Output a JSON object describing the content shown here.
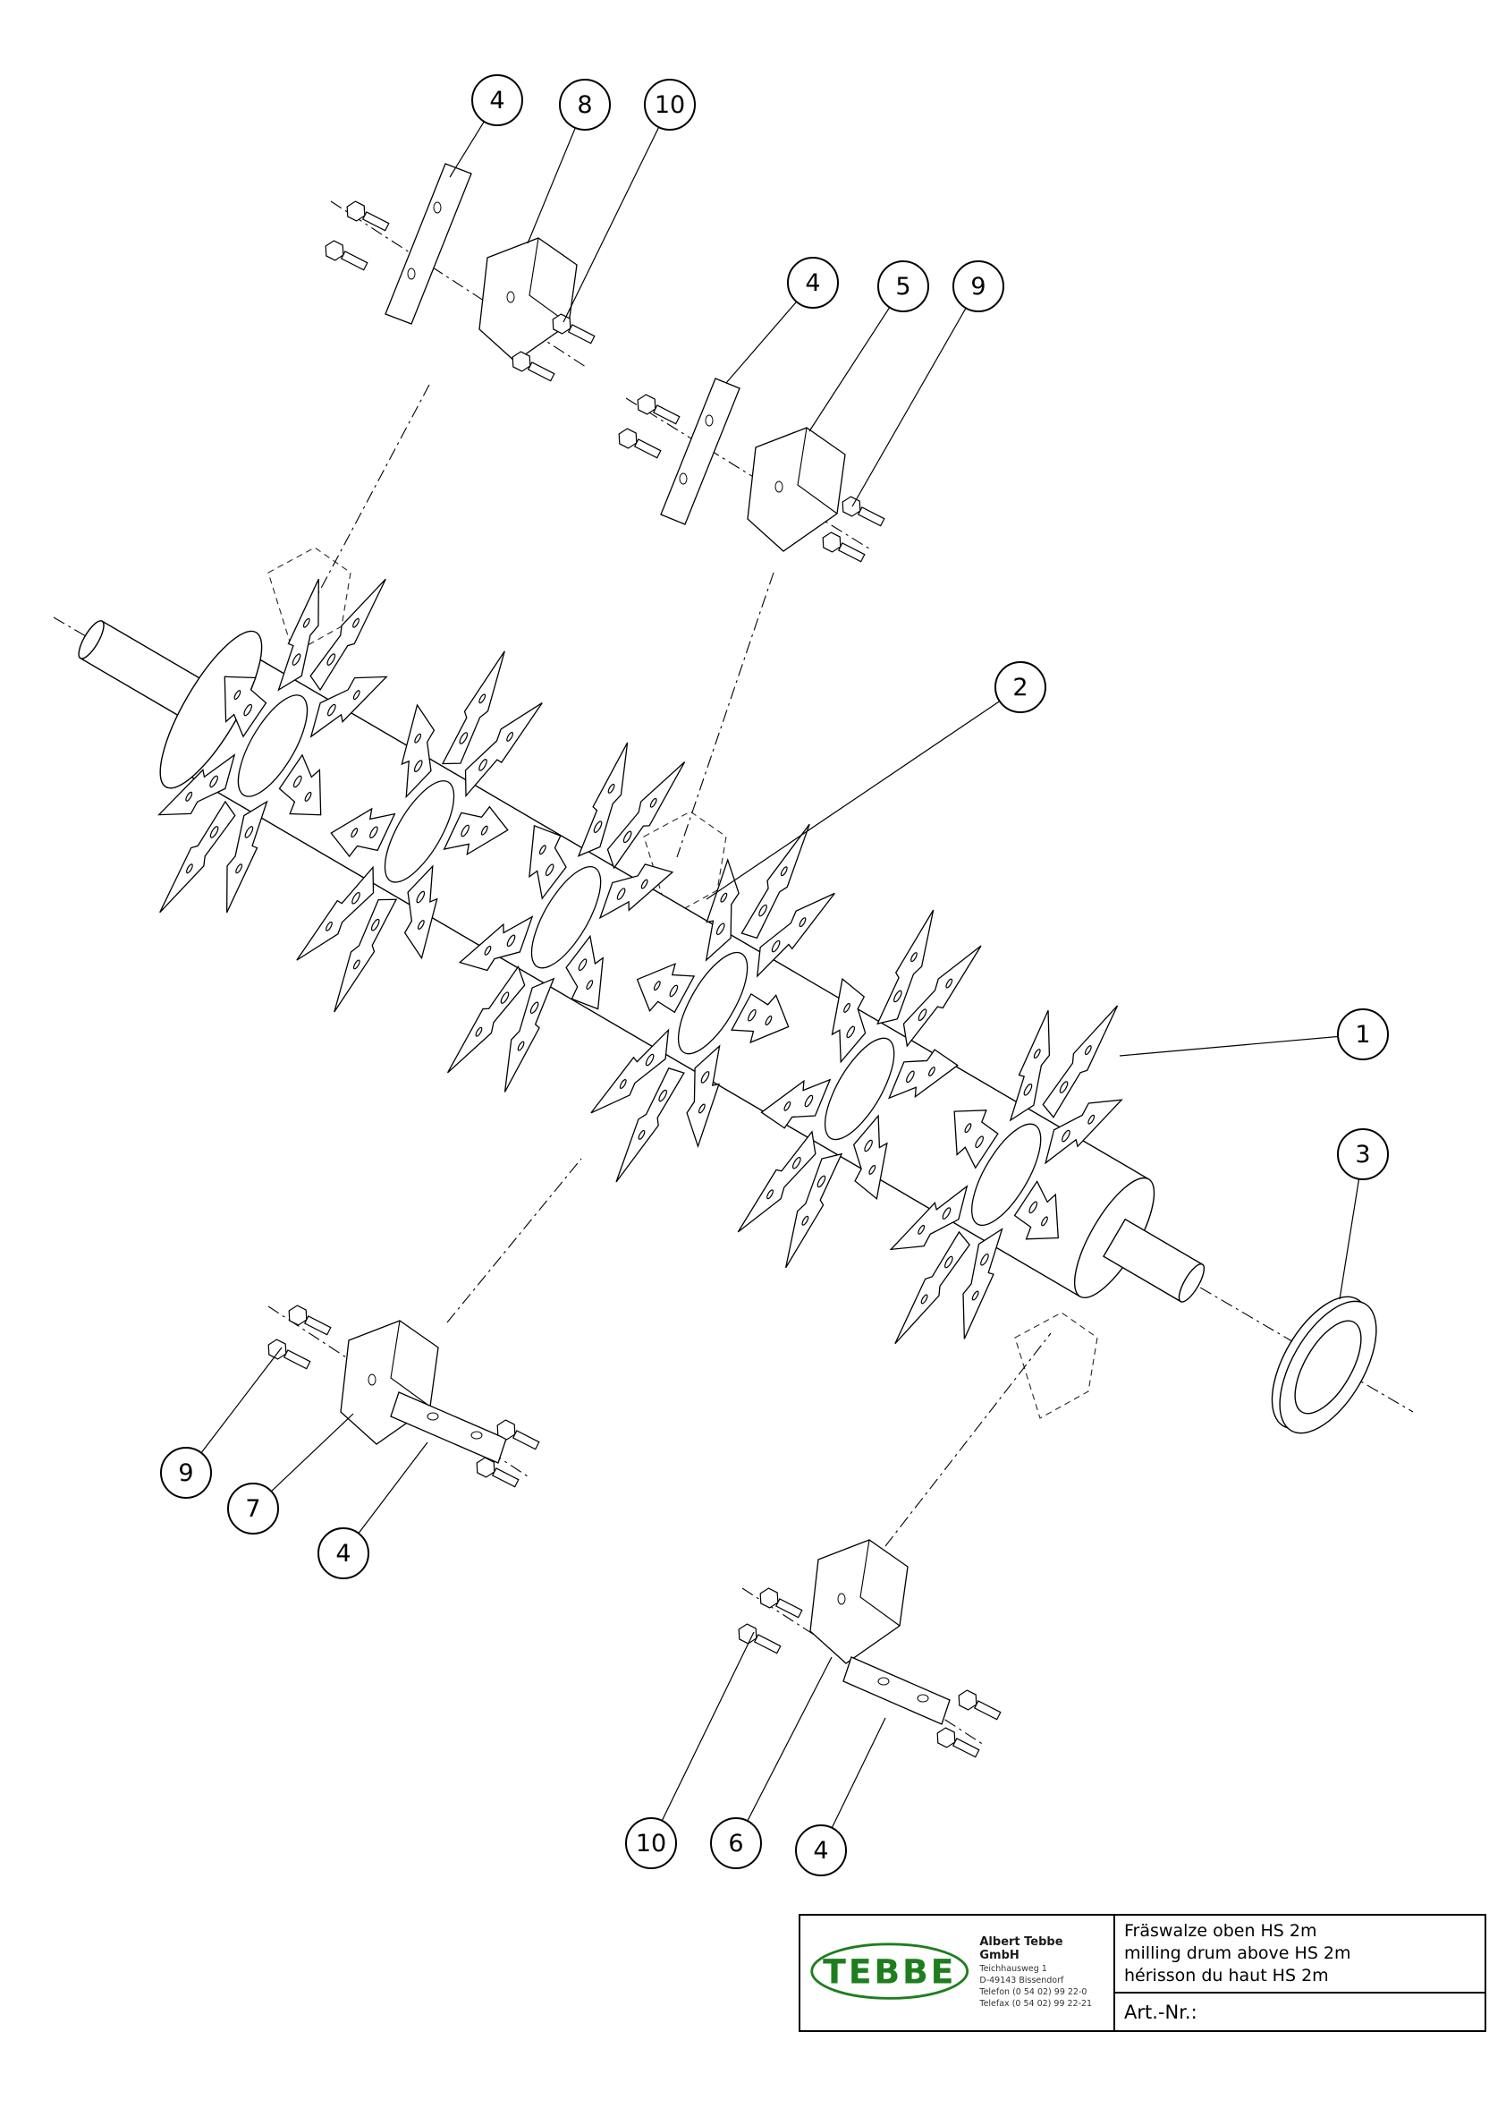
{
  "balloons": [
    {
      "label": "4"
    },
    {
      "label": "8"
    },
    {
      "label": "10"
    },
    {
      "label": "4"
    },
    {
      "label": "5"
    },
    {
      "label": "9"
    },
    {
      "label": "2"
    },
    {
      "label": "1"
    },
    {
      "label": "3"
    },
    {
      "label": "9"
    },
    {
      "label": "7"
    },
    {
      "label": "4"
    },
    {
      "label": "10"
    },
    {
      "label": "6"
    },
    {
      "label": "4"
    }
  ],
  "title_block": {
    "logo_text": "TEBBE",
    "company": {
      "name": "Albert Tebbe GmbH",
      "street": "Teichhausweg 1",
      "city": "D-49143 Bissendorf",
      "phone": "Telefon (0 54 02) 99 22-0",
      "fax": "Telefax (0 54 02) 99 22-21"
    },
    "drawing_title": {
      "line1": "Fräswalze oben HS 2m",
      "line2": "milling drum above HS 2m",
      "line3": "hérisson du haut HS 2m"
    },
    "art_nr_label": "Art.-Nr.:"
  },
  "colors": {
    "logo_green": "#1e7e1e",
    "line_black": "#000000"
  }
}
